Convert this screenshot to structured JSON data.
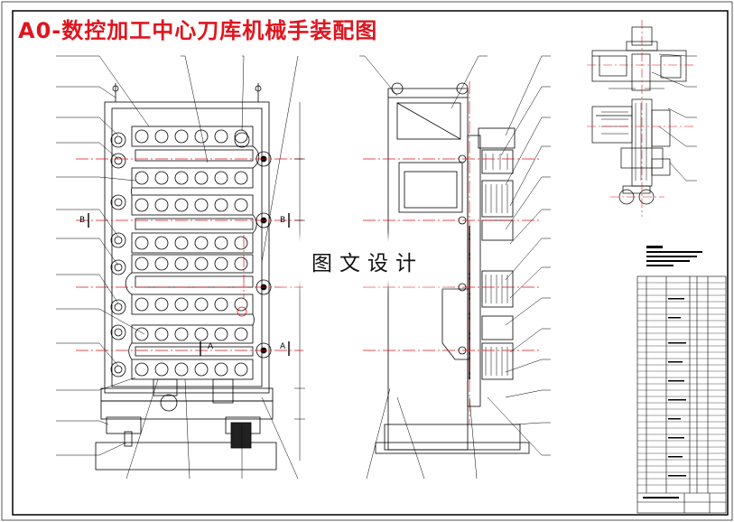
{
  "drawing": {
    "title": "A0-数控加工中心刀库机械手装配图",
    "watermark": "图文设计",
    "section_labels": {
      "a": "A",
      "b": "B"
    },
    "colors": {
      "title": "#e0141e",
      "centerline": "#e0141e",
      "line": "#000000"
    }
  }
}
